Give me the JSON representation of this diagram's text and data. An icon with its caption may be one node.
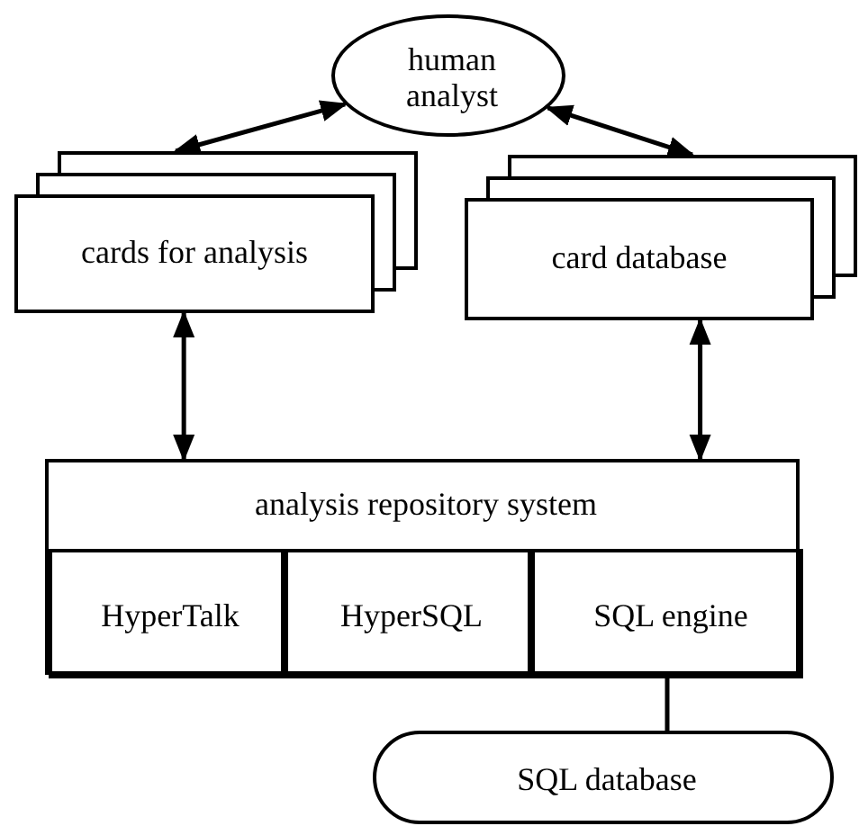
{
  "diagram": {
    "nodes": [
      {
        "text": [
          "human analyst"
        ]
      },
      {
        "text": [
          "cards for analysis"
        ]
      },
      {
        "text": [
          "card database"
        ]
      },
      {
        "text": [
          "analysis repository system"
        ]
      },
      {
        "text": [
          "HyperTalk"
        ],
        "in": 3
      },
      {
        "text": [
          "HyperSQL"
        ],
        "in": 3
      },
      {
        "text": [
          "SQL engine"
        ],
        "in": 3
      },
      {
        "text": [
          "SQL database"
        ]
      }
    ],
    "edges": [
      {
        "from": 0,
        "to": 1,
        "arrow": "both"
      },
      {
        "from": 0,
        "to": 2,
        "arrow": "both"
      },
      {
        "from": 1,
        "to": 3,
        "arrow": "both"
      },
      {
        "from": 2,
        "to": 3,
        "arrow": "both"
      },
      {
        "from": 6,
        "to": 7,
        "arrow": "none"
      }
    ]
  }
}
